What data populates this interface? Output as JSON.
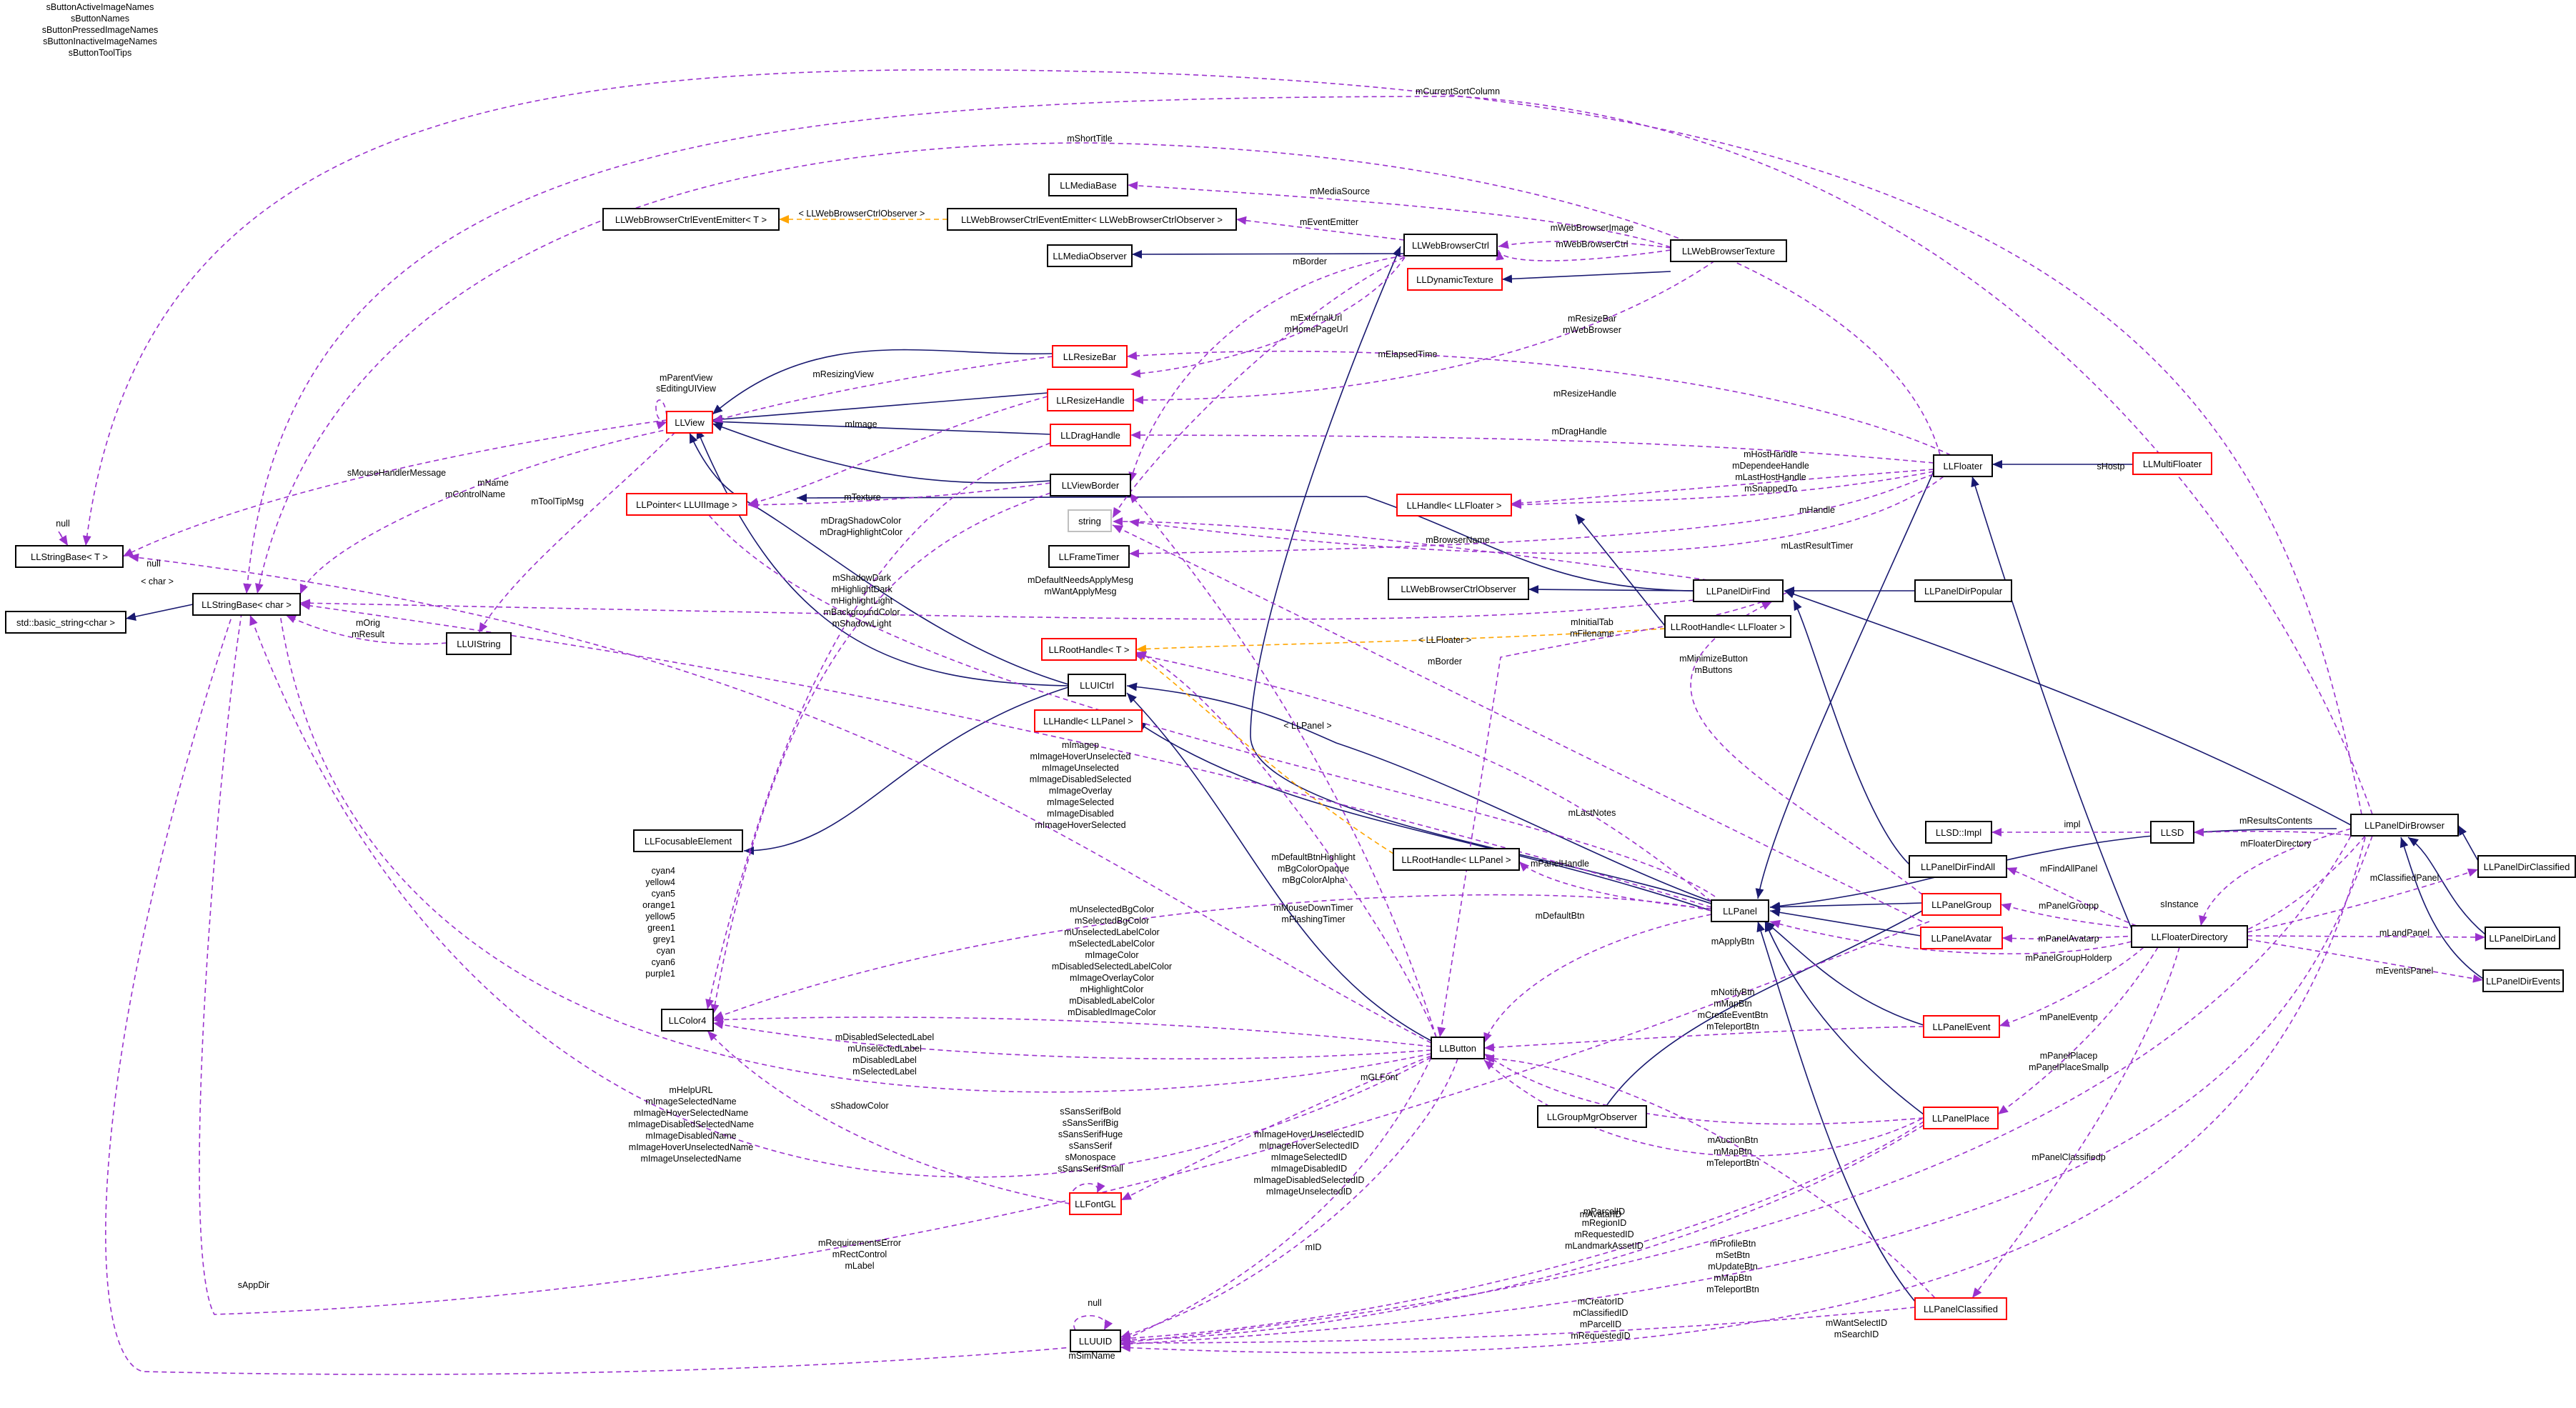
{
  "colors": {
    "black_border": "#000000",
    "red_border": "#ff0000",
    "gray_border": "#bfbfbf",
    "highlight_fill": "#bfbfbf",
    "inheritance": "#191970",
    "usage": "#9a32cd",
    "template": "#ffa500"
  },
  "nodes": [
    {
      "id": "LLPanelDirPopular",
      "label": "LLPanelDirPopular",
      "border": "black",
      "highlight": true
    },
    {
      "id": "LLPanelDirFind",
      "label": "LLPanelDirFind",
      "border": "black"
    },
    {
      "id": "LLPanelDirBrowser",
      "label": "LLPanelDirBrowser",
      "border": "black"
    },
    {
      "id": "LLPanel",
      "label": "LLPanel",
      "border": "black"
    },
    {
      "id": "LLUICtrl",
      "label": "LLUICtrl",
      "border": "black"
    },
    {
      "id": "LLView",
      "label": "LLView",
      "border": "red"
    },
    {
      "id": "LLStringBaseT",
      "label": "LLStringBase< T >",
      "border": "black"
    },
    {
      "id": "LLStringBaseChar",
      "label": "LLStringBase< char >",
      "border": "black"
    },
    {
      "id": "stdString",
      "label": "std::basic_string<char >",
      "border": "black"
    },
    {
      "id": "LLUIString",
      "label": "LLUIString",
      "border": "black"
    },
    {
      "id": "LLFocusableElement",
      "label": "LLFocusableElement",
      "border": "black"
    },
    {
      "id": "LLColor4",
      "label": "LLColor4",
      "border": "black"
    },
    {
      "id": "LLFontGL",
      "label": "LLFontGL",
      "border": "red"
    },
    {
      "id": "LLUUID",
      "label": "LLUUID",
      "border": "black"
    },
    {
      "id": "LLPointerLLUIImage",
      "label": "LLPointer< LLUIImage >",
      "border": "red"
    },
    {
      "id": "LLWebBrowserCtrlEventEmitterT",
      "label": "LLWebBrowserCtrlEventEmitter< T >",
      "border": "black"
    },
    {
      "id": "LLWebBrowserCtrlEventEmitterObs",
      "label": "LLWebBrowserCtrlEventEmitter< LLWebBrowserCtrlObserver >",
      "border": "black"
    },
    {
      "id": "LLMediaBase",
      "label": "LLMediaBase",
      "border": "black"
    },
    {
      "id": "LLMediaObserver",
      "label": "LLMediaObserver",
      "border": "black"
    },
    {
      "id": "LLWebBrowserCtrl",
      "label": "LLWebBrowserCtrl",
      "border": "black"
    },
    {
      "id": "LLWebBrowserTexture",
      "label": "LLWebBrowserTexture",
      "border": "black"
    },
    {
      "id": "LLDynamicTexture",
      "label": "LLDynamicTexture",
      "border": "red"
    },
    {
      "id": "LLResizeBar",
      "label": "LLResizeBar",
      "border": "red"
    },
    {
      "id": "LLResizeHandle",
      "label": "LLResizeHandle",
      "border": "red"
    },
    {
      "id": "LLDragHandle",
      "label": "LLDragHandle",
      "border": "red"
    },
    {
      "id": "LLViewBorder",
      "label": "LLViewBorder",
      "border": "black"
    },
    {
      "id": "string",
      "label": "string",
      "border": "gray"
    },
    {
      "id": "LLFrameTimer",
      "label": "LLFrameTimer",
      "border": "black"
    },
    {
      "id": "LLRootHandleT",
      "label": "LLRootHandle< T >",
      "border": "red"
    },
    {
      "id": "LLHandleLLPanel",
      "label": "LLHandle< LLPanel >",
      "border": "red"
    },
    {
      "id": "LLRootHandleLLPanel",
      "label": "LLRootHandle< LLPanel >",
      "border": "black"
    },
    {
      "id": "LLButton",
      "label": "LLButton",
      "border": "black"
    },
    {
      "id": "LLGroupMgrObserver",
      "label": "LLGroupMgrObserver",
      "border": "black"
    },
    {
      "id": "LLFloater",
      "label": "LLFloater",
      "border": "black"
    },
    {
      "id": "LLMultiFloater",
      "label": "LLMultiFloater",
      "border": "red"
    },
    {
      "id": "LLHandleLLFloater",
      "label": "LLHandle< LLFloater >",
      "border": "red"
    },
    {
      "id": "LLWebBrowserCtrlObserver",
      "label": "LLWebBrowserCtrlObserver",
      "border": "black"
    },
    {
      "id": "LLRootHandleLLFloater",
      "label": "LLRootHandle< LLFloater >",
      "border": "black"
    },
    {
      "id": "LLSDImpl",
      "label": "LLSD::Impl",
      "border": "black"
    },
    {
      "id": "LLSD",
      "label": "LLSD",
      "border": "black"
    },
    {
      "id": "LLPanelDirFindAll",
      "label": "LLPanelDirFindAll",
      "border": "black"
    },
    {
      "id": "LLPanelGroup",
      "label": "LLPanelGroup",
      "border": "red"
    },
    {
      "id": "LLPanelAvatar",
      "label": "LLPanelAvatar",
      "border": "red"
    },
    {
      "id": "LLFloaterDirectory",
      "label": "LLFloaterDirectory",
      "border": "black"
    },
    {
      "id": "LLPanelDirClassified",
      "label": "LLPanelDirClassified",
      "border": "black"
    },
    {
      "id": "LLPanelDirLand",
      "label": "LLPanelDirLand",
      "border": "black"
    },
    {
      "id": "LLPanelDirEvents",
      "label": "LLPanelDirEvents",
      "border": "black"
    },
    {
      "id": "LLPanelEvent",
      "label": "LLPanelEvent",
      "border": "red"
    },
    {
      "id": "LLPanelPlace",
      "label": "LLPanelPlace",
      "border": "red"
    },
    {
      "id": "LLPanelClassified",
      "label": "LLPanelClassified",
      "border": "red"
    }
  ],
  "labels": [
    {
      "id": "l1",
      "text": "sButtonActiveImageNames"
    },
    {
      "id": "l2",
      "text": "sButtonNames"
    },
    {
      "id": "l3",
      "text": "sButtonPressedImageNames"
    },
    {
      "id": "l4",
      "text": "sButtonInactiveImageNames"
    },
    {
      "id": "l5",
      "text": "sButtonToolTips"
    },
    {
      "id": "l6",
      "text": "mCurrentSortColumn"
    },
    {
      "id": "l7",
      "text": "mShortTitle"
    },
    {
      "id": "l8",
      "text": "mMediaSource"
    },
    {
      "id": "l9",
      "text": "< LLWebBrowserCtrlObserver >"
    },
    {
      "id": "l10",
      "text": "mEventEmitter"
    },
    {
      "id": "l11",
      "text": "mWebBrowserImage"
    },
    {
      "id": "l12",
      "text": "mWebBrowserCtrl"
    },
    {
      "id": "l13",
      "text": "mBorder"
    },
    {
      "id": "l14",
      "text": "mExternalUrl"
    },
    {
      "id": "l15",
      "text": "mHomePageUrl"
    },
    {
      "id": "l16",
      "text": "mResizeBar"
    },
    {
      "id": "l17",
      "text": "mWebBrowser"
    },
    {
      "id": "l18",
      "text": "mResizingView"
    },
    {
      "id": "l19",
      "text": "mElapsedTime"
    },
    {
      "id": "l20",
      "text": "mParentView"
    },
    {
      "id": "l21",
      "text": "sEditingUIView"
    },
    {
      "id": "l22",
      "text": "mResizeHandle"
    },
    {
      "id": "l23",
      "text": "mImage"
    },
    {
      "id": "l24",
      "text": "mDragHandle"
    },
    {
      "id": "l25",
      "text": "sHostp"
    },
    {
      "id": "l26",
      "text": "sMouseHandlerMessage"
    },
    {
      "id": "l27",
      "text": "mName"
    },
    {
      "id": "l28",
      "text": "mControlName"
    },
    {
      "id": "l29",
      "text": "mTexture"
    },
    {
      "id": "l30",
      "text": "mHostHandle"
    },
    {
      "id": "l31",
      "text": "mDependeeHandle"
    },
    {
      "id": "l32",
      "text": "mLastHostHandle"
    },
    {
      "id": "l33",
      "text": "mSnappedTo"
    },
    {
      "id": "l34",
      "text": "null"
    },
    {
      "id": "l35",
      "text": "mToolTipMsg"
    },
    {
      "id": "l36",
      "text": "mDragShadowColor"
    },
    {
      "id": "l37",
      "text": "mDragHighlightColor"
    },
    {
      "id": "l38",
      "text": "mHandle"
    },
    {
      "id": "l39",
      "text": "mLastResultTimer"
    },
    {
      "id": "l40",
      "text": "mBrowserName"
    },
    {
      "id": "l41",
      "text": "null"
    },
    {
      "id": "l42",
      "text": "< char >"
    },
    {
      "id": "l43",
      "text": "mShadowDark"
    },
    {
      "id": "l44",
      "text": "mHighlightDark"
    },
    {
      "id": "l45",
      "text": "mHighlightLight"
    },
    {
      "id": "l46",
      "text": "mBackgroundColor"
    },
    {
      "id": "l47",
      "text": "mShadowLight"
    },
    {
      "id": "l48",
      "text": "mDefaultNeedsApplyMesg"
    },
    {
      "id": "l49",
      "text": "mWantApplyMesg"
    },
    {
      "id": "l50",
      "text": "mOrig"
    },
    {
      "id": "l51",
      "text": "mResult"
    },
    {
      "id": "l52",
      "text": "mInitialTab"
    },
    {
      "id": "l53",
      "text": "mFilename"
    },
    {
      "id": "l54",
      "text": "< LLFloater >"
    },
    {
      "id": "l55",
      "text": "mBorder"
    },
    {
      "id": "l56",
      "text": "mMinimizeButton"
    },
    {
      "id": "l57",
      "text": "mButtons"
    },
    {
      "id": "l58",
      "text": "< LLPanel >"
    },
    {
      "id": "l59",
      "text": "mImagep"
    },
    {
      "id": "l60",
      "text": "mImageHoverUnselected"
    },
    {
      "id": "l61",
      "text": "mImageUnselected"
    },
    {
      "id": "l62",
      "text": "mImageDisabledSelected"
    },
    {
      "id": "l63",
      "text": "mImageOverlay"
    },
    {
      "id": "l64",
      "text": "mImageSelected"
    },
    {
      "id": "l65",
      "text": "mImageDisabled"
    },
    {
      "id": "l66",
      "text": "mImageHoverSelected"
    },
    {
      "id": "l67",
      "text": "mLastNotes"
    },
    {
      "id": "l68",
      "text": "impl"
    },
    {
      "id": "l69",
      "text": "mResultsContents"
    },
    {
      "id": "l70",
      "text": "mFloaterDirectory"
    },
    {
      "id": "l71",
      "text": "mDefaultBtnHighlight"
    },
    {
      "id": "l72",
      "text": "mBgColorOpaque"
    },
    {
      "id": "l73",
      "text": "mBgColorAlpha"
    },
    {
      "id": "l74",
      "text": "mPanelHandle"
    },
    {
      "id": "l75",
      "text": "mFindAllPanel"
    },
    {
      "id": "l76",
      "text": "mClassifiedPanel"
    },
    {
      "id": "l77",
      "text": "cyan4"
    },
    {
      "id": "l78",
      "text": "yellow4"
    },
    {
      "id": "l79",
      "text": "cyan5"
    },
    {
      "id": "l80",
      "text": "orange1"
    },
    {
      "id": "l81",
      "text": "yellow5"
    },
    {
      "id": "l82",
      "text": "green1"
    },
    {
      "id": "l83",
      "text": "grey1"
    },
    {
      "id": "l84",
      "text": "cyan"
    },
    {
      "id": "l85",
      "text": "cyan6"
    },
    {
      "id": "l86",
      "text": "purple1"
    },
    {
      "id": "l87",
      "text": "mMouseDownTimer"
    },
    {
      "id": "l88",
      "text": "mFlashingTimer"
    },
    {
      "id": "l89",
      "text": "mDefaultBtn"
    },
    {
      "id": "l90",
      "text": "mPanelGroupp"
    },
    {
      "id": "l91",
      "text": "sInstance"
    },
    {
      "id": "l92",
      "text": "mUnselectedBgColor"
    },
    {
      "id": "l93",
      "text": "mSelectedBgColor"
    },
    {
      "id": "l94",
      "text": "mUnselectedLabelColor"
    },
    {
      "id": "l95",
      "text": "mSelectedLabelColor"
    },
    {
      "id": "l96",
      "text": "mImageColor"
    },
    {
      "id": "l97",
      "text": "mDisabledSelectedLabelColor"
    },
    {
      "id": "l98",
      "text": "mImageOverlayColor"
    },
    {
      "id": "l99",
      "text": "mHighlightColor"
    },
    {
      "id": "l100",
      "text": "mDisabledLabelColor"
    },
    {
      "id": "l101",
      "text": "mDisabledImageColor"
    },
    {
      "id": "l102",
      "text": "mApplyBtn"
    },
    {
      "id": "l103",
      "text": "mPanelAvatarp"
    },
    {
      "id": "l104",
      "text": "mLandPanel"
    },
    {
      "id": "l105",
      "text": "mPanelGroupHolderp"
    },
    {
      "id": "l106",
      "text": "mEventsPanel"
    },
    {
      "id": "l107",
      "text": "mNotifyBtn"
    },
    {
      "id": "l108",
      "text": "mMapBtn"
    },
    {
      "id": "l109",
      "text": "mCreateEventBtn"
    },
    {
      "id": "l110",
      "text": "mTeleportBtn"
    },
    {
      "id": "l111",
      "text": "mPanelEventp"
    },
    {
      "id": "l112",
      "text": "mDisabledSelectedLabel"
    },
    {
      "id": "l113",
      "text": "mUnselectedLabel"
    },
    {
      "id": "l114",
      "text": "mDisabledLabel"
    },
    {
      "id": "l115",
      "text": "mSelectedLabel"
    },
    {
      "id": "l116",
      "text": "mGLFont"
    },
    {
      "id": "l117",
      "text": "mPanelPlacep"
    },
    {
      "id": "l118",
      "text": "mPanelPlaceSmallp"
    },
    {
      "id": "l119",
      "text": "mHelpURL"
    },
    {
      "id": "l120",
      "text": "mImageSelectedName"
    },
    {
      "id": "l121",
      "text": "mImageHoverSelectedName"
    },
    {
      "id": "l122",
      "text": "mImageDisabledSelectedName"
    },
    {
      "id": "l123",
      "text": "mImageDisabledName"
    },
    {
      "id": "l124",
      "text": "mImageHoverUnselectedName"
    },
    {
      "id": "l125",
      "text": "mImageUnselectedName"
    },
    {
      "id": "l126",
      "text": "sShadowColor"
    },
    {
      "id": "l127",
      "text": "sSansSerifBold"
    },
    {
      "id": "l128",
      "text": "sSansSerifBig"
    },
    {
      "id": "l129",
      "text": "sSansSerifHuge"
    },
    {
      "id": "l130",
      "text": "sSansSerif"
    },
    {
      "id": "l131",
      "text": "sMonospace"
    },
    {
      "id": "l132",
      "text": "sSansSerifSmall"
    },
    {
      "id": "l133",
      "text": "mAuctionBtn"
    },
    {
      "id": "l134",
      "text": "mMapBtn"
    },
    {
      "id": "l135",
      "text": "mTeleportBtn"
    },
    {
      "id": "l136",
      "text": "mPanelClassifiedp"
    },
    {
      "id": "l137",
      "text": "mImageHoverUnselectedID"
    },
    {
      "id": "l138",
      "text": "mImageHoverSelectedID"
    },
    {
      "id": "l139",
      "text": "mImageSelectedID"
    },
    {
      "id": "l140",
      "text": "mImageDisabledID"
    },
    {
      "id": "l141",
      "text": "mImageDisabledSelectedID"
    },
    {
      "id": "l142",
      "text": "mImageUnselectedID"
    },
    {
      "id": "l143",
      "text": "mAvatarID"
    },
    {
      "id": "l144",
      "text": "mRequirementsError"
    },
    {
      "id": "l145",
      "text": "mRectControl"
    },
    {
      "id": "l146",
      "text": "mLabel"
    },
    {
      "id": "l147",
      "text": "mParcelID"
    },
    {
      "id": "l148",
      "text": "mRegionID"
    },
    {
      "id": "l149",
      "text": "mRequestedID"
    },
    {
      "id": "l150",
      "text": "mLandmarkAssetID"
    },
    {
      "id": "l151",
      "text": "mID"
    },
    {
      "id": "l152",
      "text": "mProfileBtn"
    },
    {
      "id": "l153",
      "text": "mSetBtn"
    },
    {
      "id": "l154",
      "text": "mUpdateBtn"
    },
    {
      "id": "l155",
      "text": "mMapBtn"
    },
    {
      "id": "l156",
      "text": "mTeleportBtn"
    },
    {
      "id": "l157",
      "text": "sAppDir"
    },
    {
      "id": "l158",
      "text": "null"
    },
    {
      "id": "l159",
      "text": "mCreatorID"
    },
    {
      "id": "l160",
      "text": "mClassifiedID"
    },
    {
      "id": "l161",
      "text": "mParcelID"
    },
    {
      "id": "l162",
      "text": "mRequestedID"
    },
    {
      "id": "l163",
      "text": "mWantSelectID"
    },
    {
      "id": "l164",
      "text": "mSearchID"
    },
    {
      "id": "l165",
      "text": "mSimName"
    }
  ]
}
